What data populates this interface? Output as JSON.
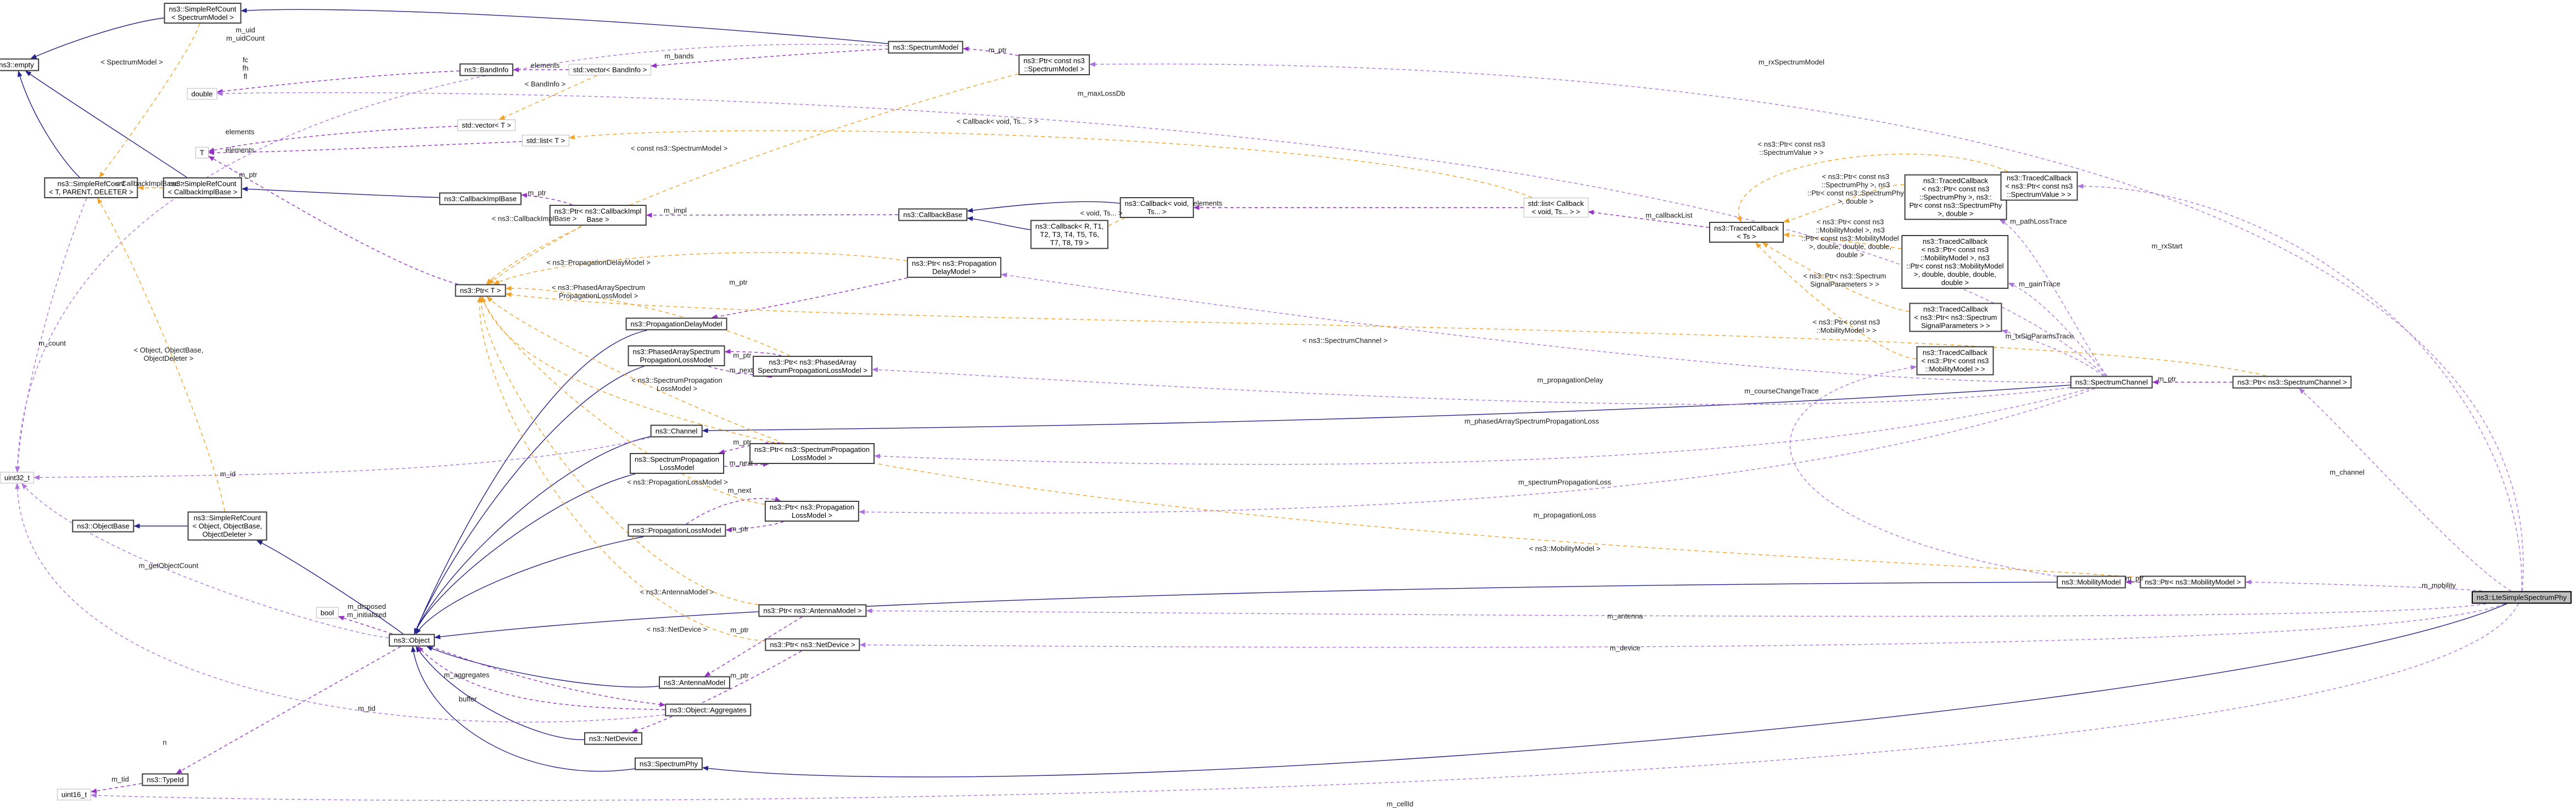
{
  "diagram": {
    "kind": "doxygen-collaboration-graph",
    "main_class": "ns3::LteSimpleSpectrumPhy",
    "colors": {
      "inherit": "#23238b",
      "usage": "#9632c8",
      "usage_light": "#ad74e0",
      "template": "#f7a róż"
    },
    "nodes": [
      {
        "id": "empty",
        "label": "ns3::empty",
        "kind": "class"
      },
      {
        "id": "src_spectrum",
        "label": "ns3::SimpleRefCount\n< SpectrumModel >",
        "kind": "class"
      },
      {
        "id": "double",
        "label": "double",
        "kind": "undoc"
      },
      {
        "id": "T",
        "label": "T",
        "kind": "undoc"
      },
      {
        "id": "src_tpd",
        "label": "ns3::SimpleRefCount\n< T, PARENT, DELETER >",
        "kind": "class"
      },
      {
        "id": "src_cib",
        "label": "ns3::SimpleRefCount\n< CallbackImplBase >",
        "kind": "class"
      },
      {
        "id": "bandinfo",
        "label": "ns3::BandInfo",
        "kind": "class"
      },
      {
        "id": "vec_bandinfo",
        "label": "std::vector< BandInfo >",
        "kind": "undoc"
      },
      {
        "id": "vec_t",
        "label": "std::vector< T >",
        "kind": "undoc"
      },
      {
        "id": "list_t",
        "label": "std::list< T >",
        "kind": "undoc"
      },
      {
        "id": "spectrummodel",
        "label": "ns3::SpectrumModel",
        "kind": "class"
      },
      {
        "id": "ptr_const_sm",
        "label": "ns3::Ptr< const ns3\n::SpectrumModel >",
        "kind": "class"
      },
      {
        "id": "callbackimplbase",
        "label": "ns3::CallbackImplBase",
        "kind": "class"
      },
      {
        "id": "ptr_cib",
        "label": "ns3::Ptr< ns3::CallbackImpl\nBase >",
        "kind": "class"
      },
      {
        "id": "callbackbase",
        "label": "ns3::CallbackBase",
        "kind": "class"
      },
      {
        "id": "callback_r",
        "label": "ns3::Callback< R, T1,\nT2, T3, T4, T5, T6,\nT7, T8, T9 >",
        "kind": "class"
      },
      {
        "id": "callback_void",
        "label": "ns3::Callback< void,\nTs... >",
        "kind": "class"
      },
      {
        "id": "ptr_t",
        "label": "ns3::Ptr< T >",
        "kind": "class"
      },
      {
        "id": "ptr_pdm",
        "label": "ns3::Ptr< ns3::Propagation\nDelayModel >",
        "kind": "class"
      },
      {
        "id": "pdm",
        "label": "ns3::PropagationDelayModel",
        "kind": "class"
      },
      {
        "id": "pasplm",
        "label": "ns3::PhasedArraySpectrum\nPropagationLossModel",
        "kind": "class"
      },
      {
        "id": "ptr_pasplm",
        "label": "ns3::Ptr< ns3::PhasedArray\nSpectrumPropagationLossModel >",
        "kind": "class"
      },
      {
        "id": "channel",
        "label": "ns3::Channel",
        "kind": "class"
      },
      {
        "id": "splm",
        "label": "ns3::SpectrumPropagation\nLossModel",
        "kind": "class"
      },
      {
        "id": "ptr_splm",
        "label": "ns3::Ptr< ns3::SpectrumPropagation\nLossModel >",
        "kind": "class"
      },
      {
        "id": "plm",
        "label": "ns3::PropagationLossModel",
        "kind": "class"
      },
      {
        "id": "ptr_plm",
        "label": "ns3::Ptr< ns3::Propagation\nLossModel >",
        "kind": "class"
      },
      {
        "id": "ptr_antenna",
        "label": "ns3::Ptr< ns3::AntennaModel >",
        "kind": "class"
      },
      {
        "id": "ptr_netdevice",
        "label": "ns3::Ptr< ns3::NetDevice >",
        "kind": "class"
      },
      {
        "id": "antennamodel",
        "label": "ns3::AntennaModel",
        "kind": "class"
      },
      {
        "id": "aggregates",
        "label": "ns3::Object::Aggregates",
        "kind": "class"
      },
      {
        "id": "netdevice",
        "label": "ns3::NetDevice",
        "kind": "class"
      },
      {
        "id": "spectrumphy",
        "label": "ns3::SpectrumPhy",
        "kind": "class"
      },
      {
        "id": "uint32",
        "label": "uint32_t",
        "kind": "undoc"
      },
      {
        "id": "objectbase",
        "label": "ns3::ObjectBase",
        "kind": "class"
      },
      {
        "id": "src_obj",
        "label": "ns3::SimpleRefCount\n< Object, ObjectBase,\nObjectDeleter >",
        "kind": "class"
      },
      {
        "id": "bool",
        "label": "bool",
        "kind": "undoc"
      },
      {
        "id": "object",
        "label": "ns3::Object",
        "kind": "class"
      },
      {
        "id": "typeid",
        "label": "ns3::TypeId",
        "kind": "class"
      },
      {
        "id": "uint16",
        "label": "uint16_t",
        "kind": "undoc"
      },
      {
        "id": "list_callback",
        "label": "std::list< Callback\n< void, Ts... > >",
        "kind": "undoc"
      },
      {
        "id": "tracedcb_ts",
        "label": "ns3::TracedCallback\n< Ts >",
        "kind": "class"
      },
      {
        "id": "tc_phy",
        "label": "ns3::TracedCallback\n< ns3::Ptr< const ns3\n::SpectrumPhy >, ns3::\nPtr< const ns3::SpectrumPhy\n>, double >",
        "kind": "class"
      },
      {
        "id": "tc_value",
        "label": "ns3::TracedCallback\n< ns3::Ptr< const ns3\n::SpectrumValue > >",
        "kind": "class"
      },
      {
        "id": "tc_mob6",
        "label": "ns3::TracedCallback\n< ns3::Ptr< const ns3\n::MobilityModel >, ns3\n::Ptr< const ns3::MobilityModel\n>, double, double, double,\ndouble >",
        "kind": "class"
      },
      {
        "id": "tc_ssp",
        "label": "ns3::TracedCallback\n< ns3::Ptr< ns3::Spectrum\nSignalParameters > >",
        "kind": "class"
      },
      {
        "id": "tc_mob1",
        "label": "ns3::TracedCallback\n< ns3::Ptr< const ns3\n::MobilityModel > >",
        "kind": "class"
      },
      {
        "id": "spectrumchannel",
        "label": "ns3::SpectrumChannel",
        "kind": "class"
      },
      {
        "id": "ptr_sc",
        "label": "ns3::Ptr< ns3::SpectrumChannel >",
        "kind": "class"
      },
      {
        "id": "mobilitymodel",
        "label": "ns3::MobilityModel",
        "kind": "class"
      },
      {
        "id": "ptr_mm",
        "label": "ns3::Ptr< ns3::MobilityModel >",
        "kind": "class"
      },
      {
        "id": "lte",
        "label": "ns3::LteSimpleSpectrumPhy",
        "kind": "main"
      }
    ],
    "edges": [
      {
        "from": "src_spectrum",
        "to": "empty",
        "type": "inherit"
      },
      {
        "from": "spectrummodel",
        "to": "src_spectrum",
        "type": "inherit"
      },
      {
        "from": "src_cib",
        "to": "empty",
        "type": "inherit"
      },
      {
        "from": "src_tpd",
        "to": "empty",
        "type": "inherit"
      },
      {
        "from": "callbackimplbase",
        "to": "src_cib",
        "type": "inherit"
      },
      {
        "from": "callback_void",
        "to": "callbackbase",
        "type": "inherit"
      },
      {
        "from": "callback_r",
        "to": "callbackbase",
        "type": "inherit"
      },
      {
        "from": "object",
        "to": "src_obj",
        "type": "inherit"
      },
      {
        "from": "src_obj",
        "to": "objectbase",
        "type": "inherit"
      },
      {
        "from": "pdm",
        "to": "object",
        "type": "inherit"
      },
      {
        "from": "pasplm",
        "to": "object",
        "type": "inherit"
      },
      {
        "from": "channel",
        "to": "object",
        "type": "inherit"
      },
      {
        "from": "splm",
        "to": "object",
        "type": "inherit"
      },
      {
        "from": "plm",
        "to": "object",
        "type": "inherit"
      },
      {
        "from": "antennamodel",
        "to": "object",
        "type": "inherit"
      },
      {
        "from": "netdevice",
        "to": "object",
        "type": "inherit"
      },
      {
        "from": "spectrumphy",
        "to": "object",
        "type": "inherit"
      },
      {
        "from": "mobilitymodel",
        "to": "object",
        "type": "inherit"
      },
      {
        "from": "spectrumchannel",
        "to": "channel",
        "type": "inherit"
      },
      {
        "from": "lte",
        "to": "spectrumphy",
        "type": "inherit"
      },
      {
        "from": "ptr_const_sm",
        "to": "spectrummodel",
        "type": "usage",
        "label": "m_ptr"
      },
      {
        "from": "bandinfo",
        "to": "double",
        "type": "usage",
        "label": "fc\nfh\nfl"
      },
      {
        "from": "vec_bandinfo",
        "to": "bandinfo",
        "type": "usage",
        "label": "elements"
      },
      {
        "from": "spectrummodel",
        "to": "vec_bandinfo",
        "type": "usage",
        "label": "m_bands"
      },
      {
        "from": "vec_t",
        "to": "T",
        "type": "usage",
        "label": "elements"
      },
      {
        "from": "list_t",
        "to": "T",
        "type": "usage",
        "label": "elements"
      },
      {
        "from": "ptr_t",
        "to": "T",
        "type": "usage",
        "label": "m_ptr"
      },
      {
        "from": "ptr_cib",
        "to": "callbackimplbase",
        "type": "usage",
        "label": "m_ptr"
      },
      {
        "from": "callbackbase",
        "to": "ptr_cib",
        "type": "usage",
        "label": "m_impl"
      },
      {
        "from": "list_callback",
        "to": "callback_void",
        "type": "usage",
        "label": "elements"
      },
      {
        "from": "tracedcb_ts",
        "to": "list_callback",
        "type": "usage",
        "label": "m_callbackList"
      },
      {
        "from": "ptr_pdm",
        "to": "pdm",
        "type": "usage",
        "label": "m_ptr"
      },
      {
        "from": "ptr_pasplm",
        "to": "pasplm",
        "type": "usage",
        "label": "m_ptr"
      },
      {
        "from": "pasplm",
        "to": "ptr_pasplm",
        "type": "usage",
        "label": "m_next"
      },
      {
        "from": "ptr_splm",
        "to": "splm",
        "type": "usage",
        "label": "m_ptr"
      },
      {
        "from": "splm",
        "to": "ptr_splm",
        "type": "usage",
        "label": "m_next"
      },
      {
        "from": "ptr_plm",
        "to": "plm",
        "type": "usage",
        "label": "m_ptr"
      },
      {
        "from": "plm",
        "to": "ptr_plm",
        "type": "usage",
        "label": "m_next"
      },
      {
        "from": "ptr_antenna",
        "to": "antennamodel",
        "type": "usage",
        "label": "m_ptr"
      },
      {
        "from": "ptr_netdevice",
        "to": "netdevice",
        "type": "usage",
        "label": "m_ptr"
      },
      {
        "from": "object",
        "to": "bool",
        "type": "usage",
        "label": "m_disposed\nm_initialized"
      },
      {
        "from": "object",
        "to": "aggregates",
        "type": "usage",
        "label": "m_aggregates"
      },
      {
        "from": "aggregates",
        "to": "object",
        "type": "usage",
        "label": "buffer"
      },
      {
        "from": "object",
        "to": "typeid",
        "type": "usage",
        "label": "m_tid"
      },
      {
        "from": "typeid",
        "to": "uint16",
        "type": "usage",
        "label": "m_tid"
      },
      {
        "from": "object",
        "to": "uint32",
        "type": "usage_light",
        "label": "m_getObjectCount"
      },
      {
        "from": "channel",
        "to": "uint32",
        "type": "usage_light",
        "label": "m_id"
      },
      {
        "from": "src_tpd",
        "to": "uint32",
        "type": "usage_light",
        "label": "m_count"
      },
      {
        "from": "aggregates",
        "to": "uint32",
        "type": "usage_light",
        "label": "n"
      },
      {
        "from": "spectrummodel",
        "to": "uint32",
        "type": "usage_light",
        "label": "m_uid\nm_uidCount"
      },
      {
        "from": "spectrumchannel",
        "to": "double",
        "type": "usage_light",
        "label": "m_maxLossDb"
      },
      {
        "from": "lte",
        "to": "ptr_const_sm",
        "type": "usage_light",
        "label": "m_rxSpectrumModel"
      },
      {
        "from": "spectrumchannel",
        "to": "ptr_pdm",
        "type": "usage_light",
        "label": "m_propagationDelay"
      },
      {
        "from": "spectrumchannel",
        "to": "ptr_pasplm",
        "type": "usage_light",
        "label": "m_phasedArraySpectrumPropagationLoss"
      },
      {
        "from": "spectrumchannel",
        "to": "ptr_splm",
        "type": "usage_light",
        "label": "m_spectrumPropagationLoss"
      },
      {
        "from": "spectrumchannel",
        "to": "ptr_plm",
        "type": "usage_light",
        "label": "m_propagationLoss"
      },
      {
        "from": "lte",
        "to": "ptr_antenna",
        "type": "usage_light",
        "label": "m_antenna"
      },
      {
        "from": "lte",
        "to": "ptr_netdevice",
        "type": "usage_light",
        "label": "m_device"
      },
      {
        "from": "lte",
        "to": "uint16",
        "type": "usage_light",
        "label": "m_cellId"
      },
      {
        "from": "ptr_sc",
        "to": "spectrumchannel",
        "type": "usage",
        "label": "m_ptr"
      },
      {
        "from": "lte",
        "to": "ptr_sc",
        "type": "usage_light",
        "label": "m_channel"
      },
      {
        "from": "ptr_mm",
        "to": "mobilitymodel",
        "type": "usage",
        "label": "m_ptr"
      },
      {
        "from": "lte",
        "to": "ptr_mm",
        "type": "usage_light",
        "label": "m_mobility"
      },
      {
        "from": "mobilitymodel",
        "to": "tc_mob1",
        "type": "usage_light",
        "label": "m_courseChangeTrace"
      },
      {
        "from": "spectrumchannel",
        "to": "tc_phy",
        "type": "usage_light",
        "label": "m_pathLossTrace"
      },
      {
        "from": "spectrumchannel",
        "to": "tc_mob6",
        "type": "usage_light",
        "label": "m_gainTrace"
      },
      {
        "from": "spectrumchannel",
        "to": "tc_ssp",
        "type": "usage_light",
        "label": "m_txSigParamsTrace"
      },
      {
        "from": "lte",
        "to": "tc_value",
        "type": "usage_light",
        "label": "m_rxStart"
      },
      {
        "from": "src_spectrum",
        "to": "src_tpd",
        "type": "template",
        "label": "< SpectrumModel >"
      },
      {
        "from": "src_cib",
        "to": "src_tpd",
        "type": "template",
        "label": "< CallbackImplBase >"
      },
      {
        "from": "src_obj",
        "to": "src_tpd",
        "type": "template",
        "label": "< Object, ObjectBase,\nObjectDeleter >"
      },
      {
        "from": "vec_bandinfo",
        "to": "vec_t",
        "type": "template",
        "label": "< BandInfo >"
      },
      {
        "from": "list_callback",
        "to": "list_t",
        "type": "template",
        "label": "< Callback< void, Ts... > >"
      },
      {
        "from": "callback_void",
        "to": "callback_r",
        "type": "template",
        "label": "< void, Ts... >"
      },
      {
        "from": "ptr_cib",
        "to": "ptr_t",
        "type": "template",
        "label": "< ns3::CallbackImplBase >"
      },
      {
        "from": "ptr_const_sm",
        "to": "ptr_t",
        "type": "template",
        "label": "< const ns3::SpectrumModel >"
      },
      {
        "from": "ptr_pdm",
        "to": "ptr_t",
        "type": "template",
        "label": "< ns3::PropagationDelayModel >"
      },
      {
        "from": "ptr_pasplm",
        "to": "ptr_t",
        "type": "template",
        "label": "< ns3::PhasedArraySpectrum\nPropagationLossModel >"
      },
      {
        "from": "ptr_splm",
        "to": "ptr_t",
        "type": "template",
        "label": "< ns3::SpectrumPropagation\nLossModel >"
      },
      {
        "from": "ptr_plm",
        "to": "ptr_t",
        "type": "template",
        "label": "< ns3::PropagationLossModel >"
      },
      {
        "from": "ptr_antenna",
        "to": "ptr_t",
        "type": "template",
        "label": "< ns3::AntennaModel >"
      },
      {
        "from": "ptr_netdevice",
        "to": "ptr_t",
        "type": "template",
        "label": "< ns3::NetDevice >"
      },
      {
        "from": "ptr_mm",
        "to": "ptr_t",
        "type": "template",
        "label": "< ns3::MobilityModel >"
      },
      {
        "from": "ptr_sc",
        "to": "ptr_t",
        "type": "template",
        "label": "< ns3::SpectrumChannel >"
      },
      {
        "from": "tc_phy",
        "to": "tracedcb_ts",
        "type": "template",
        "label": "< ns3::Ptr< const ns3\n::SpectrumPhy >, ns3\n::Ptr< const ns3::SpectrumPhy\n>, double >"
      },
      {
        "from": "tc_value",
        "to": "tracedcb_ts",
        "type": "template",
        "label": "< ns3::Ptr< const ns3\n::SpectrumValue > >"
      },
      {
        "from": "tc_mob6",
        "to": "tracedcb_ts",
        "type": "template",
        "label": "< ns3::Ptr< const ns3\n::MobilityModel >, ns3\n::Ptr< const ns3::MobilityModel\n>, double, double, double,\ndouble >"
      },
      {
        "from": "tc_ssp",
        "to": "tracedcb_ts",
        "type": "template",
        "label": "< ns3::Ptr< ns3::Spectrum\nSignalParameters > >"
      },
      {
        "from": "tc_mob1",
        "to": "tracedcb_ts",
        "type": "template",
        "label": "< ns3::Ptr< const ns3\n::MobilityModel > >"
      }
    ]
  }
}
